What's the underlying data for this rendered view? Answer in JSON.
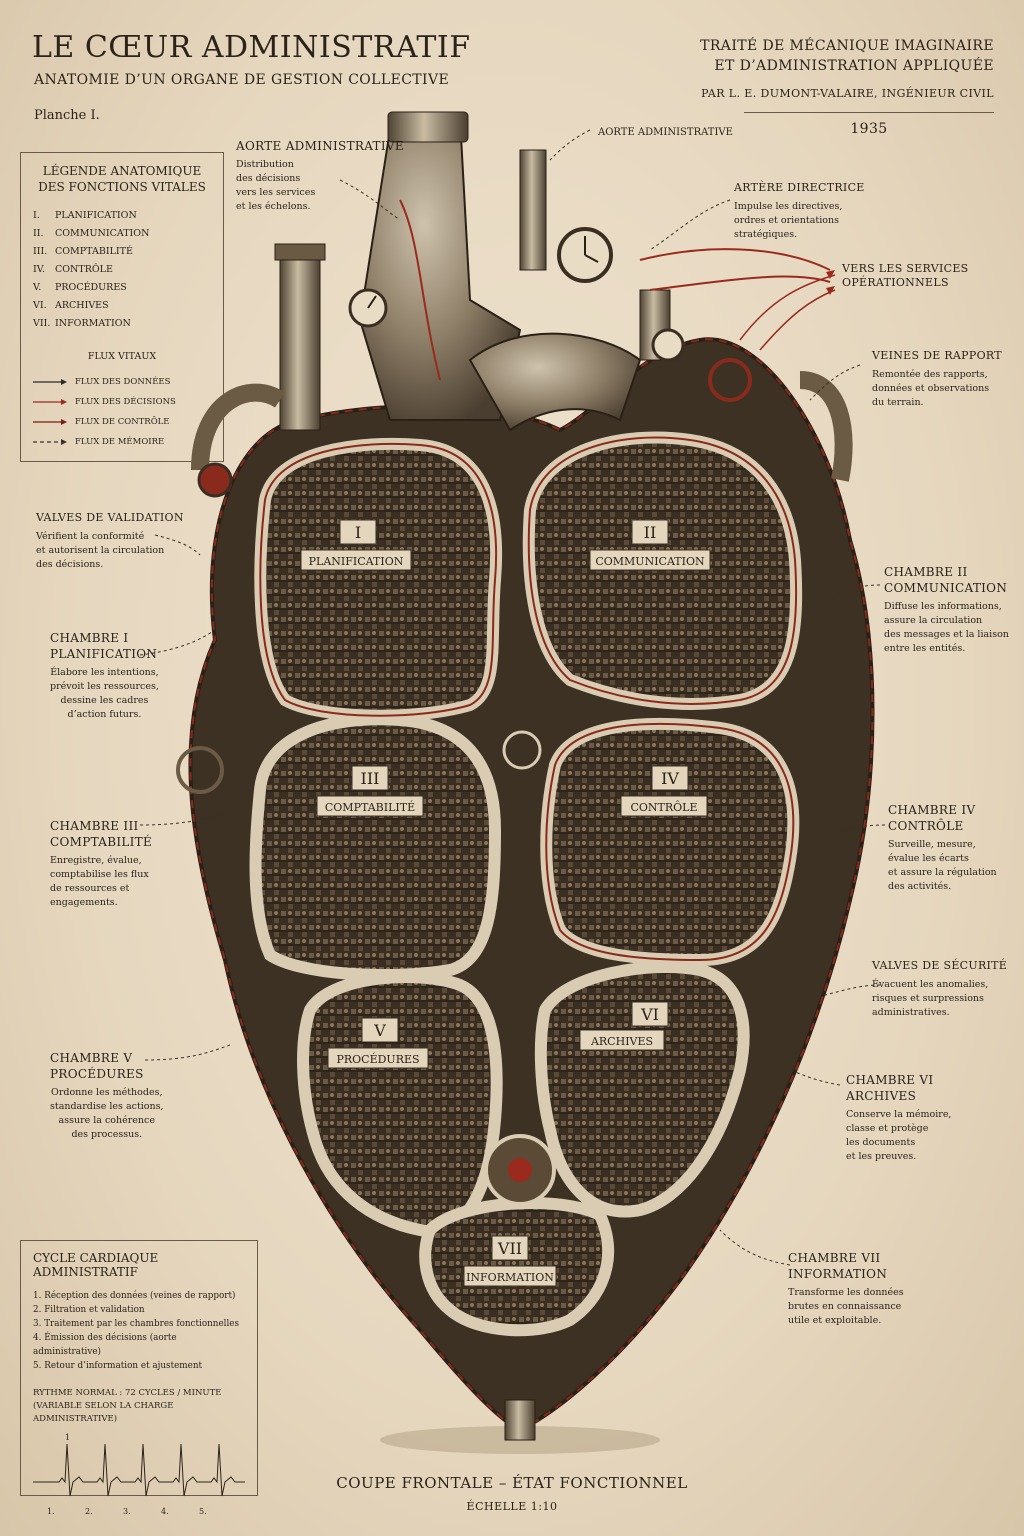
{
  "header": {
    "title": "LE CŒUR ADMINISTRATIF",
    "subtitle": "ANATOMIE D’UN ORGANE DE GESTION COLLECTIVE",
    "plate": "Planche I.",
    "treatise_line1": "TRAITÉ DE MÉCANIQUE IMAGINAIRE",
    "treatise_line2": "ET D’ADMINISTRATION APPLIQUÉE",
    "author": "PAR L. E. DUMONT-VALAIRE, INGÉNIEUR CIVIL",
    "year": "1935"
  },
  "legend": {
    "title_line1": "LÉGENDE ANATOMIQUE",
    "title_line2": "DES FONCTIONS VITALES",
    "functions": [
      {
        "num": "I.",
        "label": "PLANIFICATION"
      },
      {
        "num": "II.",
        "label": "COMMUNICATION"
      },
      {
        "num": "III.",
        "label": "COMPTABILITÉ"
      },
      {
        "num": "IV.",
        "label": "CONTRÔLE"
      },
      {
        "num": "V.",
        "label": "PROCÉDURES"
      },
      {
        "num": "VI.",
        "label": "ARCHIVES"
      },
      {
        "num": "VII.",
        "label": "INFORMATION"
      }
    ],
    "flux_title": "FLUX VITAUX",
    "flux": [
      {
        "label": "FLUX DES DONNÉES",
        "color": "#2a2a2a"
      },
      {
        "label": "FLUX DES DÉCISIONS",
        "color": "#9a2a1e"
      },
      {
        "label": "FLUX DE CONTRÔLE",
        "color": "#7a1d14"
      },
      {
        "label": "FLUX DE MÉMOIRE",
        "color": "#3a3024"
      }
    ]
  },
  "annotations": {
    "aorte_left": {
      "title": "AORTE ADMINISTRATIVE",
      "desc1": "Distribution",
      "desc2": "des décisions",
      "desc3": "vers les services",
      "desc4": "et les échelons."
    },
    "aorte_top": {
      "title": "AORTE ADMINISTRATIVE"
    },
    "artere": {
      "title": "ARTÈRE DIRECTRICE",
      "desc1": "Impulse les directives,",
      "desc2": "ordres et orientations",
      "desc3": "stratégiques."
    },
    "services": {
      "title1": "VERS LES SERVICES",
      "title2": "OPÉRATIONNELS"
    },
    "veines": {
      "title": "VEINES DE RAPPORT",
      "desc1": "Remontée des rapports,",
      "desc2": "données et observations",
      "desc3": "du terrain."
    },
    "valves_validation": {
      "title": "VALVES DE VALIDATION",
      "desc1": "Vérifient la conformité",
      "desc2": "et autorisent la circulation",
      "desc3": "des décisions."
    },
    "chambre1": {
      "title1": "CHAMBRE I",
      "title2": "PLANIFICATION",
      "desc1": "Élabore les intentions,",
      "desc2": "prévoit les ressources,",
      "desc3": "dessine les cadres",
      "desc4": "d’action futurs."
    },
    "chambre2": {
      "title1": "CHAMBRE II",
      "title2": "COMMUNICATION",
      "desc1": "Diffuse les informations,",
      "desc2": "assure la circulation",
      "desc3": "des messages et la liaison",
      "desc4": "entre les entités."
    },
    "chambre3": {
      "title1": "CHAMBRE III",
      "title2": "COMPTABILITÉ",
      "desc1": "Enregistre, évalue,",
      "desc2": "comptabilise les flux",
      "desc3": "de ressources et",
      "desc4": "engagements."
    },
    "chambre4": {
      "title1": "CHAMBRE IV",
      "title2": "CONTRÔLE",
      "desc1": "Surveille, mesure,",
      "desc2": "évalue les écarts",
      "desc3": "et assure la régulation",
      "desc4": "des activités."
    },
    "valves_securite": {
      "title": "VALVES DE SÉCURITÉ",
      "desc1": "Évacuent les anomalies,",
      "desc2": "risques et surpressions",
      "desc3": "administratives."
    },
    "chambre5": {
      "title1": "CHAMBRE V",
      "title2": "PROCÉDURES",
      "desc1": "Ordonne les méthodes,",
      "desc2": "standardise les actions,",
      "desc3": "assure la cohérence",
      "desc4": "des processus."
    },
    "chambre6": {
      "title1": "CHAMBRE VI",
      "title2": "ARCHIVES",
      "desc1": "Conserve la mémoire,",
      "desc2": "classe et protège",
      "desc3": "les documents",
      "desc4": "et les preuves."
    },
    "chambre7": {
      "title1": "CHAMBRE VII",
      "title2": "INFORMATION",
      "desc1": "Transforme les données",
      "desc2": "brutes en connaissance",
      "desc3": "utile et exploitable."
    }
  },
  "chambers": [
    {
      "num": "I",
      "label": "PLANIFICATION"
    },
    {
      "num": "II",
      "label": "COMMUNICATION"
    },
    {
      "num": "III",
      "label": "COMPTABILITÉ"
    },
    {
      "num": "IV",
      "label": "CONTRÔLE"
    },
    {
      "num": "V",
      "label": "PROCÉDURES"
    },
    {
      "num": "VI",
      "label": "ARCHIVES"
    },
    {
      "num": "VII",
      "label": "INFORMATION"
    }
  ],
  "cycle": {
    "title": "CYCLE CARDIAQUE ADMINISTRATIF",
    "steps": [
      "1. Réception des données (veines de rapport)",
      "2. Filtration et validation",
      "3. Traitement par les chambres fonctionnelles",
      "4. Émission des décisions (aorte administrative)",
      "5. Retour d’information et ajustement"
    ],
    "rate_line1": "RYTHME NORMAL : 72 CYCLES / MINUTE",
    "rate_line2": "(VARIABLE SELON LA CHARGE ADMINISTRATIVE)",
    "beat_marks": [
      "1.",
      "2.",
      "3.",
      "4.",
      "5."
    ],
    "peak_mark": "1"
  },
  "footer": {
    "caption": "COUPE FRONTALE – ÉTAT FONCTIONNEL",
    "scale": "ÉCHELLE 1:10"
  },
  "colors": {
    "paper": "#e9dcc6",
    "ink": "#2b2219",
    "metal": "#8b7a62",
    "copper": "#9a2a1e"
  }
}
